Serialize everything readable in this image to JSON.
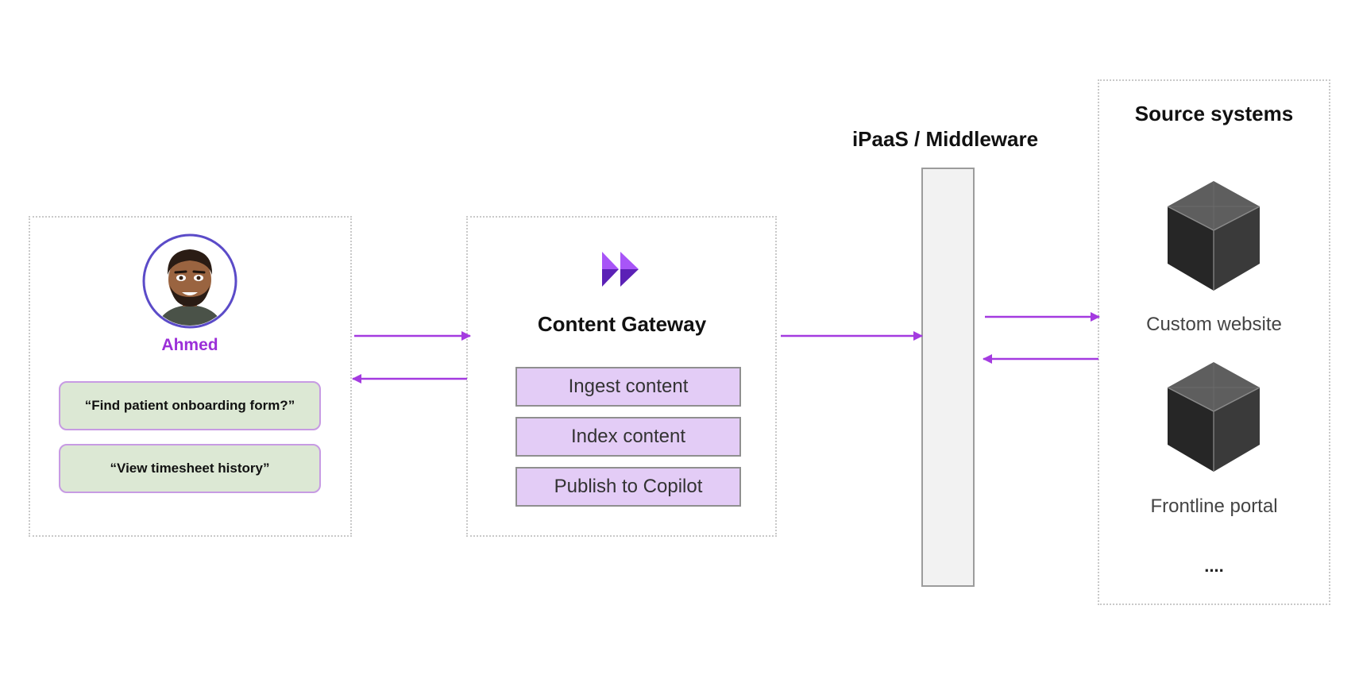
{
  "user": {
    "name": "Ahmed",
    "queries": [
      "“Find patient onboarding form?”",
      "“View timesheet history”"
    ]
  },
  "gateway": {
    "title": "Content Gateway",
    "steps": [
      "Ingest content",
      "Index content",
      "Publish to Copilot"
    ]
  },
  "middleware": {
    "title": "iPaaS / Middleware"
  },
  "sources": {
    "title": "Source systems",
    "items": [
      "Custom website",
      "Frontline portal"
    ],
    "more": "...."
  },
  "icons": {
    "avatar": "person-avatar-icon",
    "gateway_logo": "double-chevron-logo-icon",
    "source": "cube-icon"
  },
  "colors": {
    "accent": "#9b2fd8",
    "arrow": "#a43be0",
    "query_fill": "#dce8d4",
    "step_fill": "#e3ccf6"
  }
}
